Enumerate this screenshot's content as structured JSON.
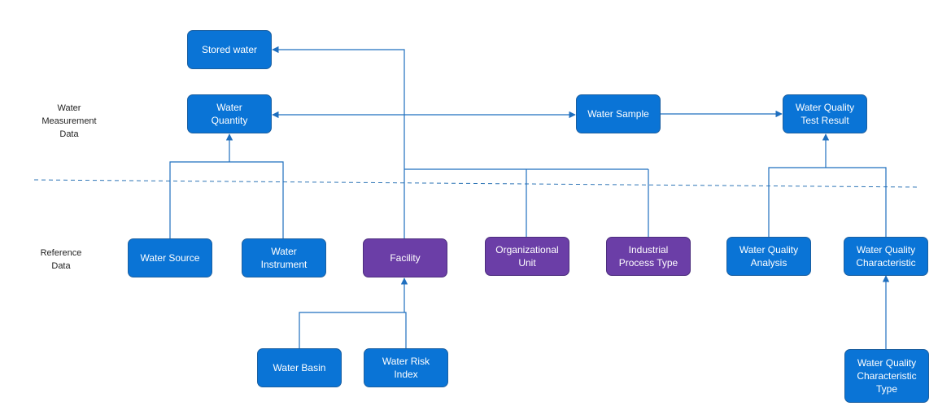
{
  "zones": {
    "measurement": "Water\nMeasurement\nData",
    "reference": "Reference\nData"
  },
  "nodes": {
    "stored_water": "Stored water",
    "water_quantity": "Water\nQuantity",
    "water_sample": "Water Sample",
    "wq_test_result": "Water Quality\nTest Result",
    "water_source": "Water Source",
    "water_instrument": "Water\nInstrument",
    "facility": "Facility",
    "org_unit": "Organizational\nUnit",
    "industrial_process_type": "Industrial\nProcess Type",
    "wq_analysis": "Water Quality\nAnalysis",
    "wq_characteristic": "Water Quality\nCharacteristic",
    "water_basin": "Water Basin",
    "water_risk_index": "Water Risk\nIndex",
    "wq_characteristic_type": "Water Quality\nCharacteristic\nType"
  },
  "colors": {
    "blue_node": "#0a74d6",
    "purple_node": "#6b3ea7",
    "connector": "#1f6fbf",
    "separator": "#2e75b6"
  }
}
